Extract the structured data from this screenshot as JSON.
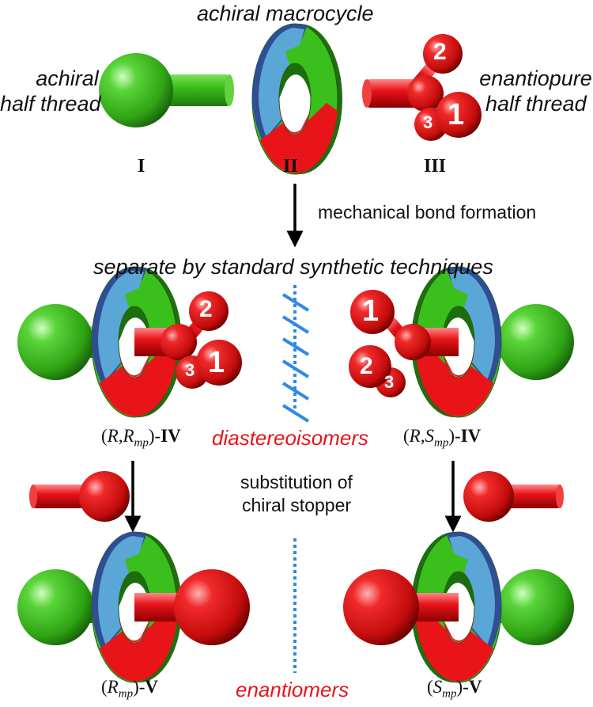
{
  "top": {
    "macrocycle_label": "achiral macrocycle",
    "left_label_1": "achiral",
    "left_label_2": "half thread",
    "right_label_1": "enantiopure",
    "right_label_2": "half thread",
    "numeral_I": "I",
    "numeral_II": "II",
    "numeral_III": "III"
  },
  "step1": {
    "arrow_label": "mechanical bond formation"
  },
  "separate": {
    "label": "separate by standard synthetic techniques"
  },
  "stopper_numbers": {
    "one": "1",
    "two": "2",
    "three": "3"
  },
  "middle": {
    "left_caption": {
      "open": "(",
      "R": "R",
      "comma": ",",
      "Rmp_main": "R",
      "Rmp_sub": "mp",
      "close": ")-",
      "bold": "IV"
    },
    "center_label": "diastereoisomers",
    "right_caption": {
      "open": "(",
      "R": "R",
      "comma": ",",
      "Smp_main": "S",
      "Smp_sub": "mp",
      "close": ")-",
      "bold": "IV"
    }
  },
  "step2": {
    "line1": "substitution of",
    "line2": "chiral stopper"
  },
  "bottom": {
    "left_caption": {
      "open": "(",
      "main": "R",
      "sub": "mp",
      "close": ")-",
      "bold": "V"
    },
    "center_label": "enantiomers",
    "right_caption": {
      "open": "(",
      "main": "S",
      "sub": "mp",
      "close": ")-",
      "bold": "V"
    }
  },
  "colors": {
    "green": "#3bbf1c",
    "red": "#e8141a",
    "navy": "#2f4e94",
    "light_blue": "#5aa6d6",
    "dashed_blue": "#2e8ae6",
    "dark_green": "#1f6e10"
  }
}
